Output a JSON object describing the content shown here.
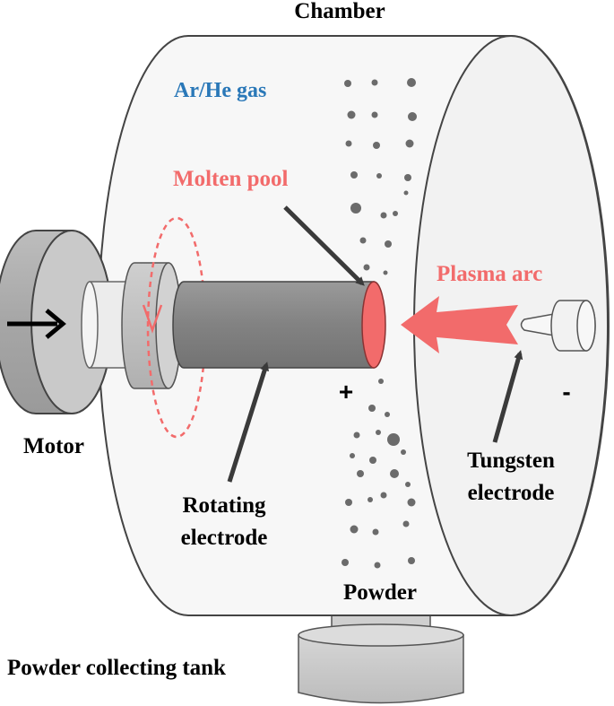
{
  "labels": {
    "chamber": "Chamber",
    "gas": "Ar/He gas",
    "molten_pool": "Molten pool",
    "plasma_arc": "Plasma arc",
    "motor": "Motor",
    "rotating_electrode_line1": "Rotating",
    "rotating_electrode_line2": "electrode",
    "tungsten_electrode_line1": "Tungsten",
    "tungsten_electrode_line2": "electrode",
    "powder": "Powder",
    "tank": "Powder collecting tank",
    "plus": "+",
    "minus": "-"
  },
  "colors": {
    "highlight": "#f26b6b",
    "gas_text": "#2a78b8",
    "dark_gray": "#6b6b6b",
    "mid_gray": "#8d8d8d",
    "light_gray": "#d4d4d4",
    "chamber_fill": "#f7f7f7"
  }
}
